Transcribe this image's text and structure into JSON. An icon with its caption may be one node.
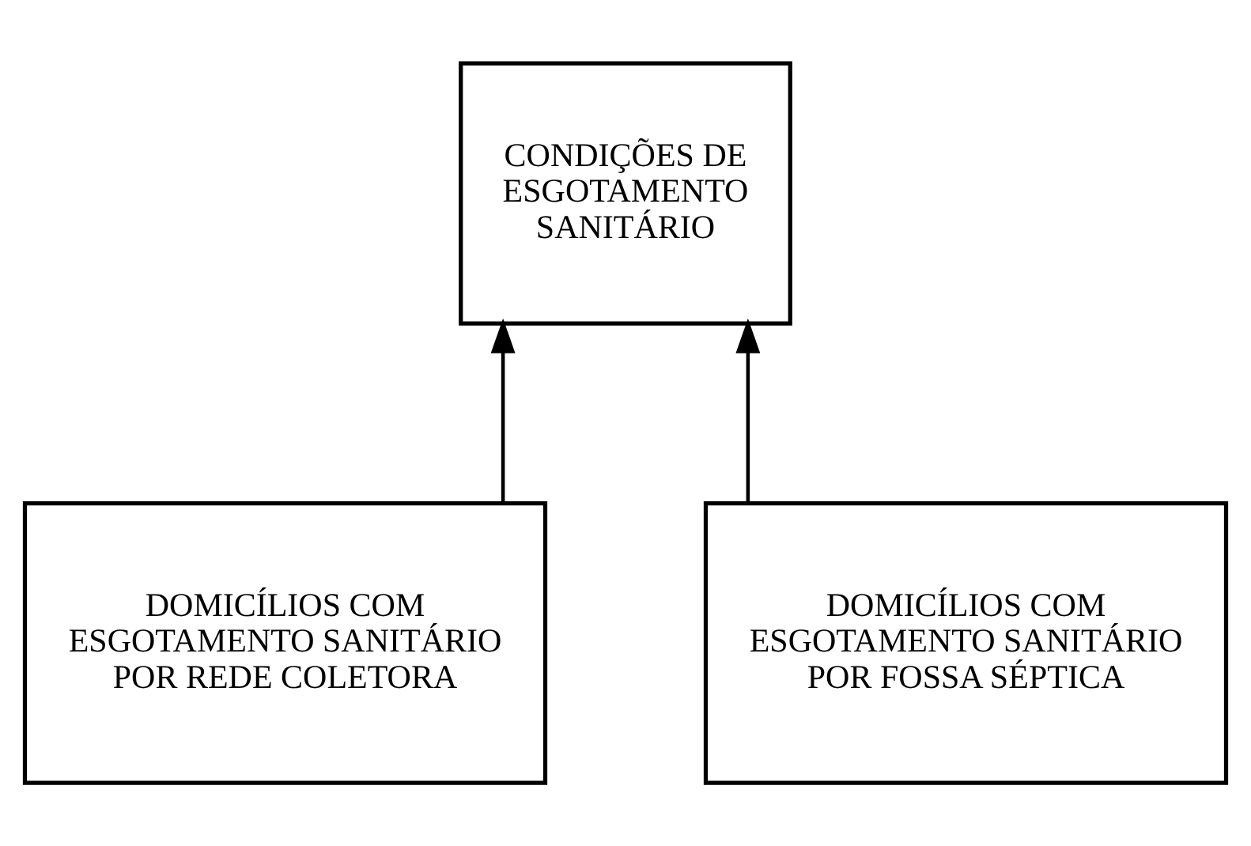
{
  "diagram": {
    "nodes": [
      {
        "text": [
          "CONDIÇÕES DE ESGOTAMENTO SANITÁRIO"
        ]
      },
      {
        "text": [
          "DOMICÍLIOS COM ESGOTAMENTO SANITÁRIO POR REDE COLETORA"
        ]
      },
      {
        "text": [
          "DOMICÍLIOS COM ESGOTAMENTO SANITÁRIO POR FOSSA SÉPTICA"
        ]
      }
    ],
    "edges": [
      {
        "from": 1,
        "to": 0,
        "arrow": "to"
      },
      {
        "from": 2,
        "to": 0,
        "arrow": "to"
      }
    ]
  }
}
